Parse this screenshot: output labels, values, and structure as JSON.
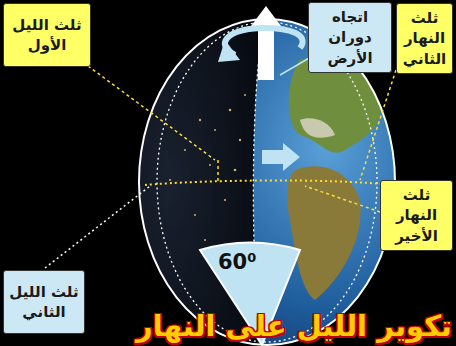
{
  "diagram": {
    "title": "تكوير الليل على النهار",
    "nodes": [
      {
        "text": [
          "ثلث الليل الأول"
        ]
      },
      {
        "text": [
          "اتجاه دوران الأرض"
        ]
      },
      {
        "text": [
          "ثلث النهار الثاني"
        ]
      },
      {
        "text": [
          "ثلث النهار الأخير"
        ]
      },
      {
        "text": [
          "ثلث الليل الثاني"
        ]
      }
    ],
    "labels": [
      "60⁰"
    ]
  }
}
